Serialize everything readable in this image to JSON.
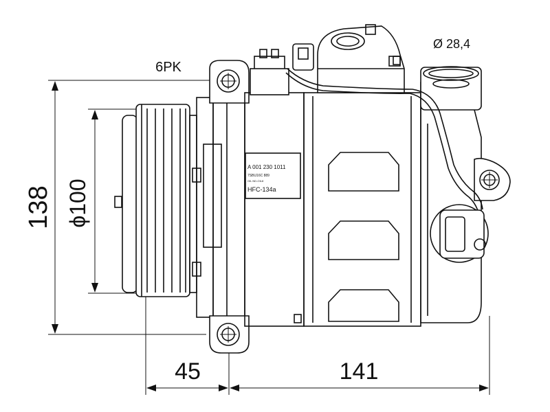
{
  "diagram": {
    "belt_profile": "6PK",
    "port_diameter": "Ø 28,4",
    "height_dim": "138",
    "pulley_diameter": "ϕ100",
    "offset_dim": "45",
    "length_dim": "141",
    "label_plate": {
      "part_number": "A 001 230 1011",
      "line2": "7SBU16C 889",
      "line3": "OIL ND-OIL8",
      "refrigerant": "HFC-134a"
    }
  }
}
